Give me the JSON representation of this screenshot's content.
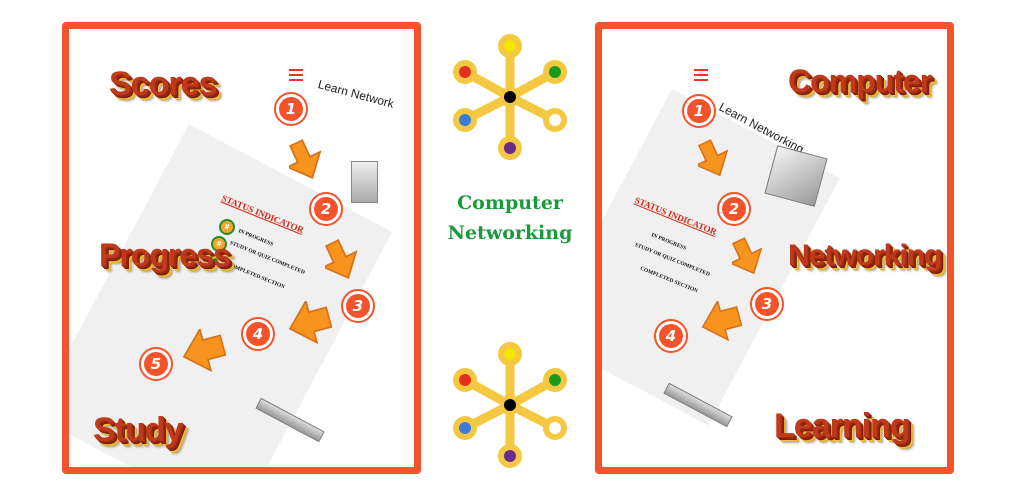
{
  "center": {
    "line1": "Computer",
    "line2": "Networking"
  },
  "left_panel": {
    "app_title": "Learn Network",
    "steps": [
      "1",
      "2",
      "3",
      "4",
      "5"
    ],
    "status": {
      "title": "STATUS INDICATOR",
      "in_progress": "IN PROGRESS",
      "study_or_quiz": "STUDY OR QUIZ COMPLETED",
      "completed": "COMPLETED SECTION",
      "badge_symbol": "#"
    },
    "words": [
      "Scores",
      "Progress",
      "Study"
    ]
  },
  "right_panel": {
    "app_title": "Learn Networking",
    "steps": [
      "1",
      "2",
      "3",
      "4"
    ],
    "status": {
      "title": "STATUS INDICATOR",
      "in_progress": "IN PROGRESS",
      "study_or_quiz": "STUDY OR QUIZ COMPLETED",
      "completed": "COMPLETED SECTION"
    },
    "words": [
      "Computer",
      "Networking",
      "Learning"
    ]
  },
  "colors": {
    "frame": "#f4532b",
    "accent_green": "#1a9a3a",
    "arrow_orange": "#f7941d",
    "molecule_yellow": "#f5c842"
  },
  "icons": [
    "menu-icon",
    "network-molecule-icon",
    "server-icon",
    "switch-icon",
    "arrow-icon"
  ]
}
